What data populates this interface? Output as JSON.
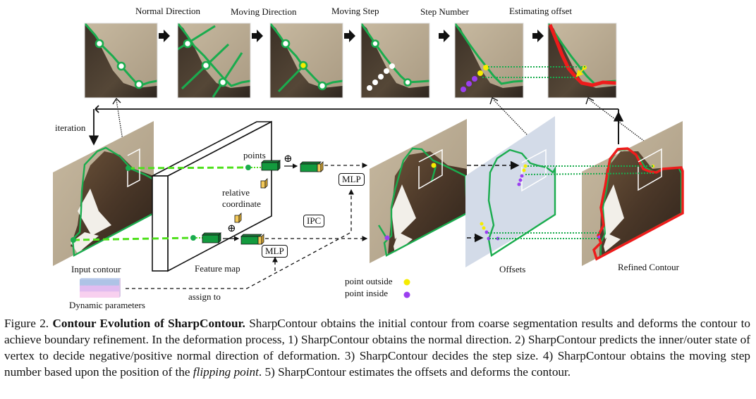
{
  "figure": {
    "top_steps": [
      {
        "label": "Normal Direction"
      },
      {
        "label": "Moving Direction"
      },
      {
        "label": "Moving Step"
      },
      {
        "label": "Step Number"
      },
      {
        "label": "Estimating offset"
      }
    ],
    "labels": {
      "iteration": "iteration",
      "points": "points",
      "relative_coordinate_1": "relative",
      "relative_coordinate_2": "coordinate",
      "mlp_top": "MLP",
      "mlp_bottom": "MLP",
      "ipc": "IPC",
      "input_contour": "Input contour",
      "feature_map": "Feature map",
      "dynamic_parameters": "Dynamic parameters",
      "assign_to": "assign to",
      "offsets": "Offsets",
      "refined_contour": "Refined Contour",
      "plus_symbol": "⊕"
    },
    "legend": [
      {
        "label": "point outside",
        "color": "#f5ec00"
      },
      {
        "label": "point inside",
        "color": "#9b3ff0"
      }
    ],
    "colors": {
      "contour_green": "#1aac4e",
      "refined_red": "#ee1c1c",
      "dashed_lime": "#4fe01c",
      "feature_green": "#139a3e",
      "coord_yellow": "#f3c95a",
      "offset_plane": "#d3dbe8",
      "photo_bg": "#b9ab93",
      "fur_dark": "#4a3d30"
    }
  },
  "caption": {
    "figure_number": "Figure 2.",
    "title": "Contour Evolution of SharpContour.",
    "text_1": " SharpContour obtains the initial contour from coarse segmentation results and deforms the contour to achieve boundary refinement. In the deformation process, 1) SharpContour obtains the normal direction. 2) SharpContour predicts the inner/outer state of vertex to decide negative/positive normal direction of deformation. 3) SharpContour decides the step size. 4) SharpContour obtains the moving step number based upon the position of the ",
    "italic": "flipping point",
    "text_2": ". 5) SharpContour estimates the offsets and deforms the contour."
  }
}
